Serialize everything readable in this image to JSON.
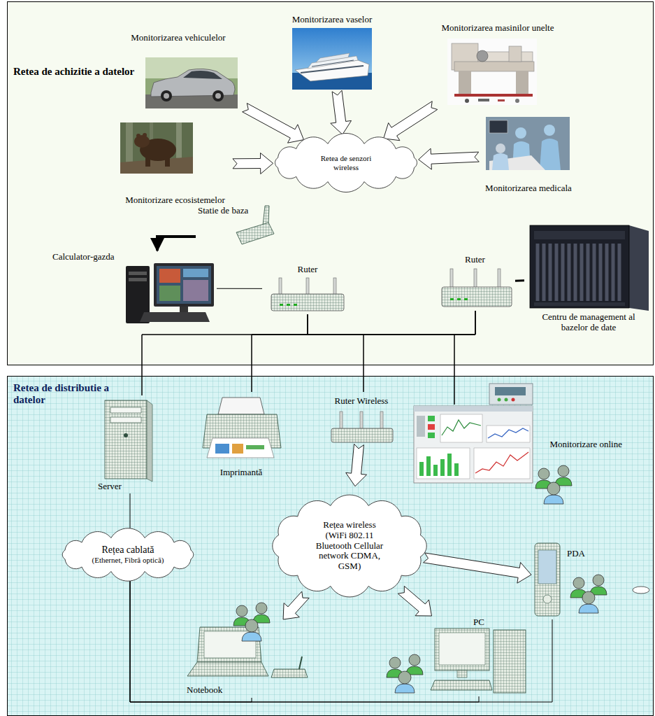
{
  "diagram": {
    "nodes": [
      {
        "text": [
          "Retea de achizitie a datelor"
        ]
      },
      {
        "text": [
          "Monitorizarea vehiculelor"
        ],
        "in": 0
      },
      {
        "text": [
          "Monitorizarea vaselor"
        ],
        "in": 0
      },
      {
        "text": [
          "Monitorizarea masinilor unelte"
        ],
        "in": 0
      },
      {
        "text": [
          "Monitorizare ecosistemelor"
        ],
        "in": 0
      },
      {
        "text": [
          "Retea de senzori wireless"
        ],
        "in": 0
      },
      {
        "text": [
          "Monitorizarea medicala"
        ],
        "in": 0
      },
      {
        "text": [
          "Statie de baza"
        ],
        "in": 0
      },
      {
        "text": [
          "Calculator-gazda"
        ],
        "in": 0
      },
      {
        "text": [
          "Ruter"
        ],
        "in": 0
      },
      {
        "text": [
          "Ruter"
        ],
        "in": 0
      },
      {
        "text": [
          "Centru de management al bazelor de date"
        ],
        "in": 0
      },
      {
        "text": [
          "Retea de distributie a datelor"
        ]
      },
      {
        "text": [
          "Server"
        ],
        "in": 12
      },
      {
        "text": [
          "Imprimantă"
        ],
        "in": 12
      },
      {
        "text": [
          "Ruter Wireless"
        ],
        "in": 12
      },
      {
        "text": [
          "Monitorizare online"
        ],
        "in": 12
      },
      {
        "text": [
          "Rețea cablată",
          "(Ethernet, Fibră optică)"
        ],
        "in": 12
      },
      {
        "text": [
          "Rețea wireless (WiFi 802.11 Bluetooth Cellular network CDMA, GSM)"
        ],
        "in": 12
      },
      {
        "text": [
          "PDA"
        ],
        "in": 12
      },
      {
        "text": [
          "PC"
        ],
        "in": 12
      },
      {
        "text": [
          "Notebook"
        ],
        "in": 12
      }
    ],
    "edges": [
      {
        "from": 1,
        "to": 5,
        "arrow": "to"
      },
      {
        "from": 2,
        "to": 5,
        "arrow": "to"
      },
      {
        "from": 3,
        "to": 5,
        "arrow": "to"
      },
      {
        "from": 4,
        "to": 5,
        "arrow": "to"
      },
      {
        "from": 6,
        "to": 5,
        "arrow": "to"
      },
      {
        "from": 7,
        "to": 8,
        "arrow": "to"
      },
      {
        "from": 8,
        "to": 9,
        "arrow": "none"
      },
      {
        "from": 10,
        "to": 11,
        "arrow": "none"
      },
      {
        "from": 9,
        "to": 13,
        "arrow": "none"
      },
      {
        "from": 9,
        "to": 14,
        "arrow": "none"
      },
      {
        "from": 9,
        "to": 15,
        "arrow": "none"
      },
      {
        "from": 9,
        "to": 16,
        "arrow": "none"
      },
      {
        "from": 10,
        "to": 13,
        "arrow": "none"
      },
      {
        "from": 10,
        "to": 14,
        "arrow": "none"
      },
      {
        "from": 10,
        "to": 15,
        "arrow": "none"
      },
      {
        "from": 10,
        "to": 16,
        "arrow": "none"
      },
      {
        "from": 13,
        "to": 17,
        "arrow": "none"
      },
      {
        "from": 17,
        "to": 21,
        "arrow": "none"
      },
      {
        "from": 17,
        "to": 20,
        "arrow": "none"
      },
      {
        "from": 17,
        "to": 19,
        "arrow": "none"
      },
      {
        "from": 15,
        "to": 18,
        "arrow": "to"
      },
      {
        "from": 18,
        "to": 21,
        "arrow": "to"
      },
      {
        "from": 18,
        "to": 20,
        "arrow": "to"
      },
      {
        "from": 18,
        "to": 19,
        "arrow": "to"
      }
    ]
  }
}
